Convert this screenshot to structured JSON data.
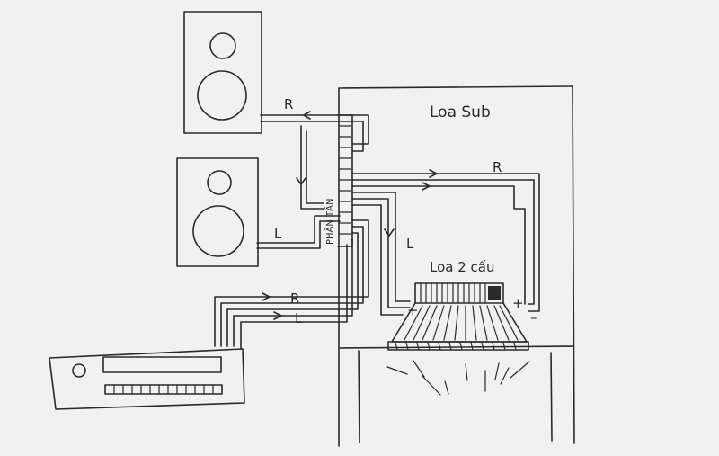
{
  "labels": {
    "sub_box_title": "Loa Sub",
    "driver_label": "Loa 2 cấu",
    "crossover_label": "PHÂN TẦN",
    "right_top": "R",
    "left_top": "L",
    "right_sub": "R",
    "left_sub": "L",
    "right_amp": "R",
    "left_amp": "L",
    "plus_left": "+",
    "plus_right": "+",
    "minus_right": "–"
  }
}
